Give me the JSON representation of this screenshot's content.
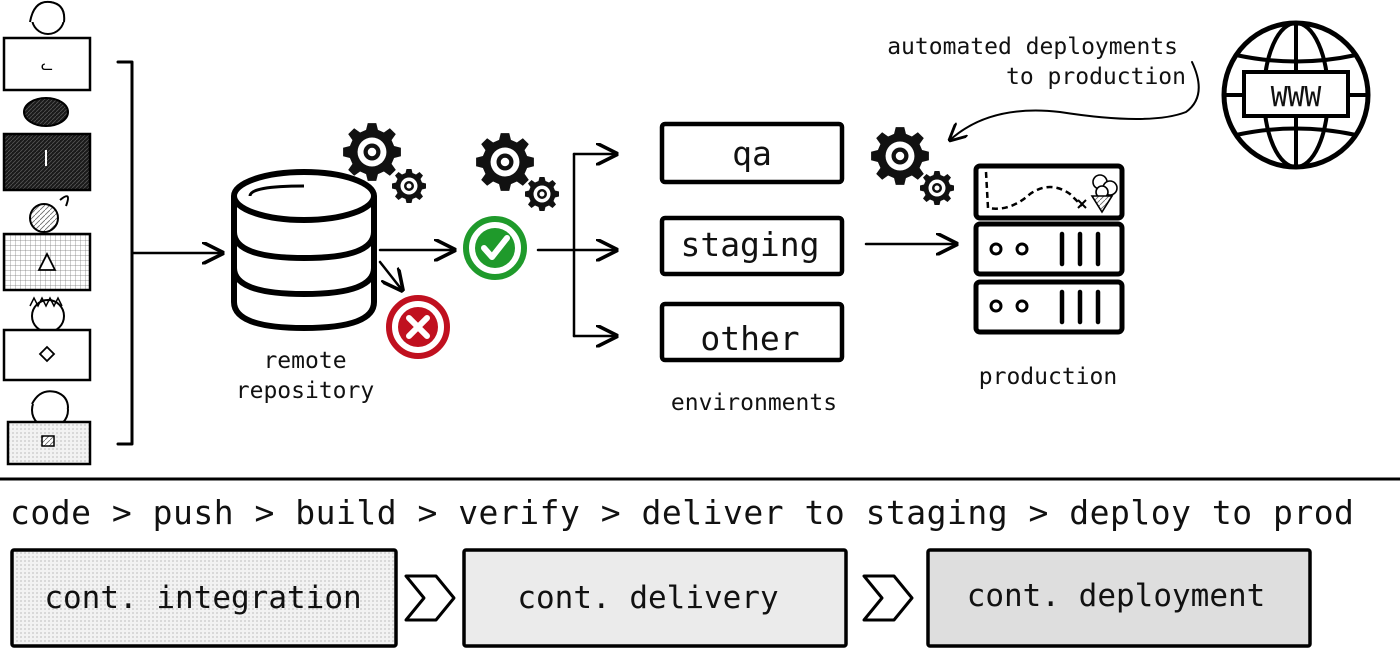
{
  "diagram": {
    "repository_label": [
      "remote",
      "repository"
    ],
    "environments": [
      "qa",
      "staging",
      "other"
    ],
    "environments_label": "environments",
    "production_label": "production",
    "annotation": [
      "automated deployments",
      "to production"
    ],
    "www_label": "WWW",
    "developers": [
      "developer-cat",
      "developer-dark",
      "developer-triangle",
      "developer-diamond",
      "developer-square"
    ],
    "verify_success_icon": "check-icon",
    "verify_fail_icon": "cross-icon",
    "colors": {
      "success": "#1f9a2b",
      "failure": "#c0101f"
    }
  },
  "pipeline": {
    "steps": [
      "code",
      "push",
      "build",
      "verify",
      "deliver to staging",
      "deploy to prod"
    ],
    "separator": ">",
    "stages": [
      "cont. integration",
      "cont. delivery",
      "cont. deployment"
    ],
    "stage_colors": [
      "#f4f4f4",
      "#ebebeb",
      "#dedede"
    ]
  }
}
